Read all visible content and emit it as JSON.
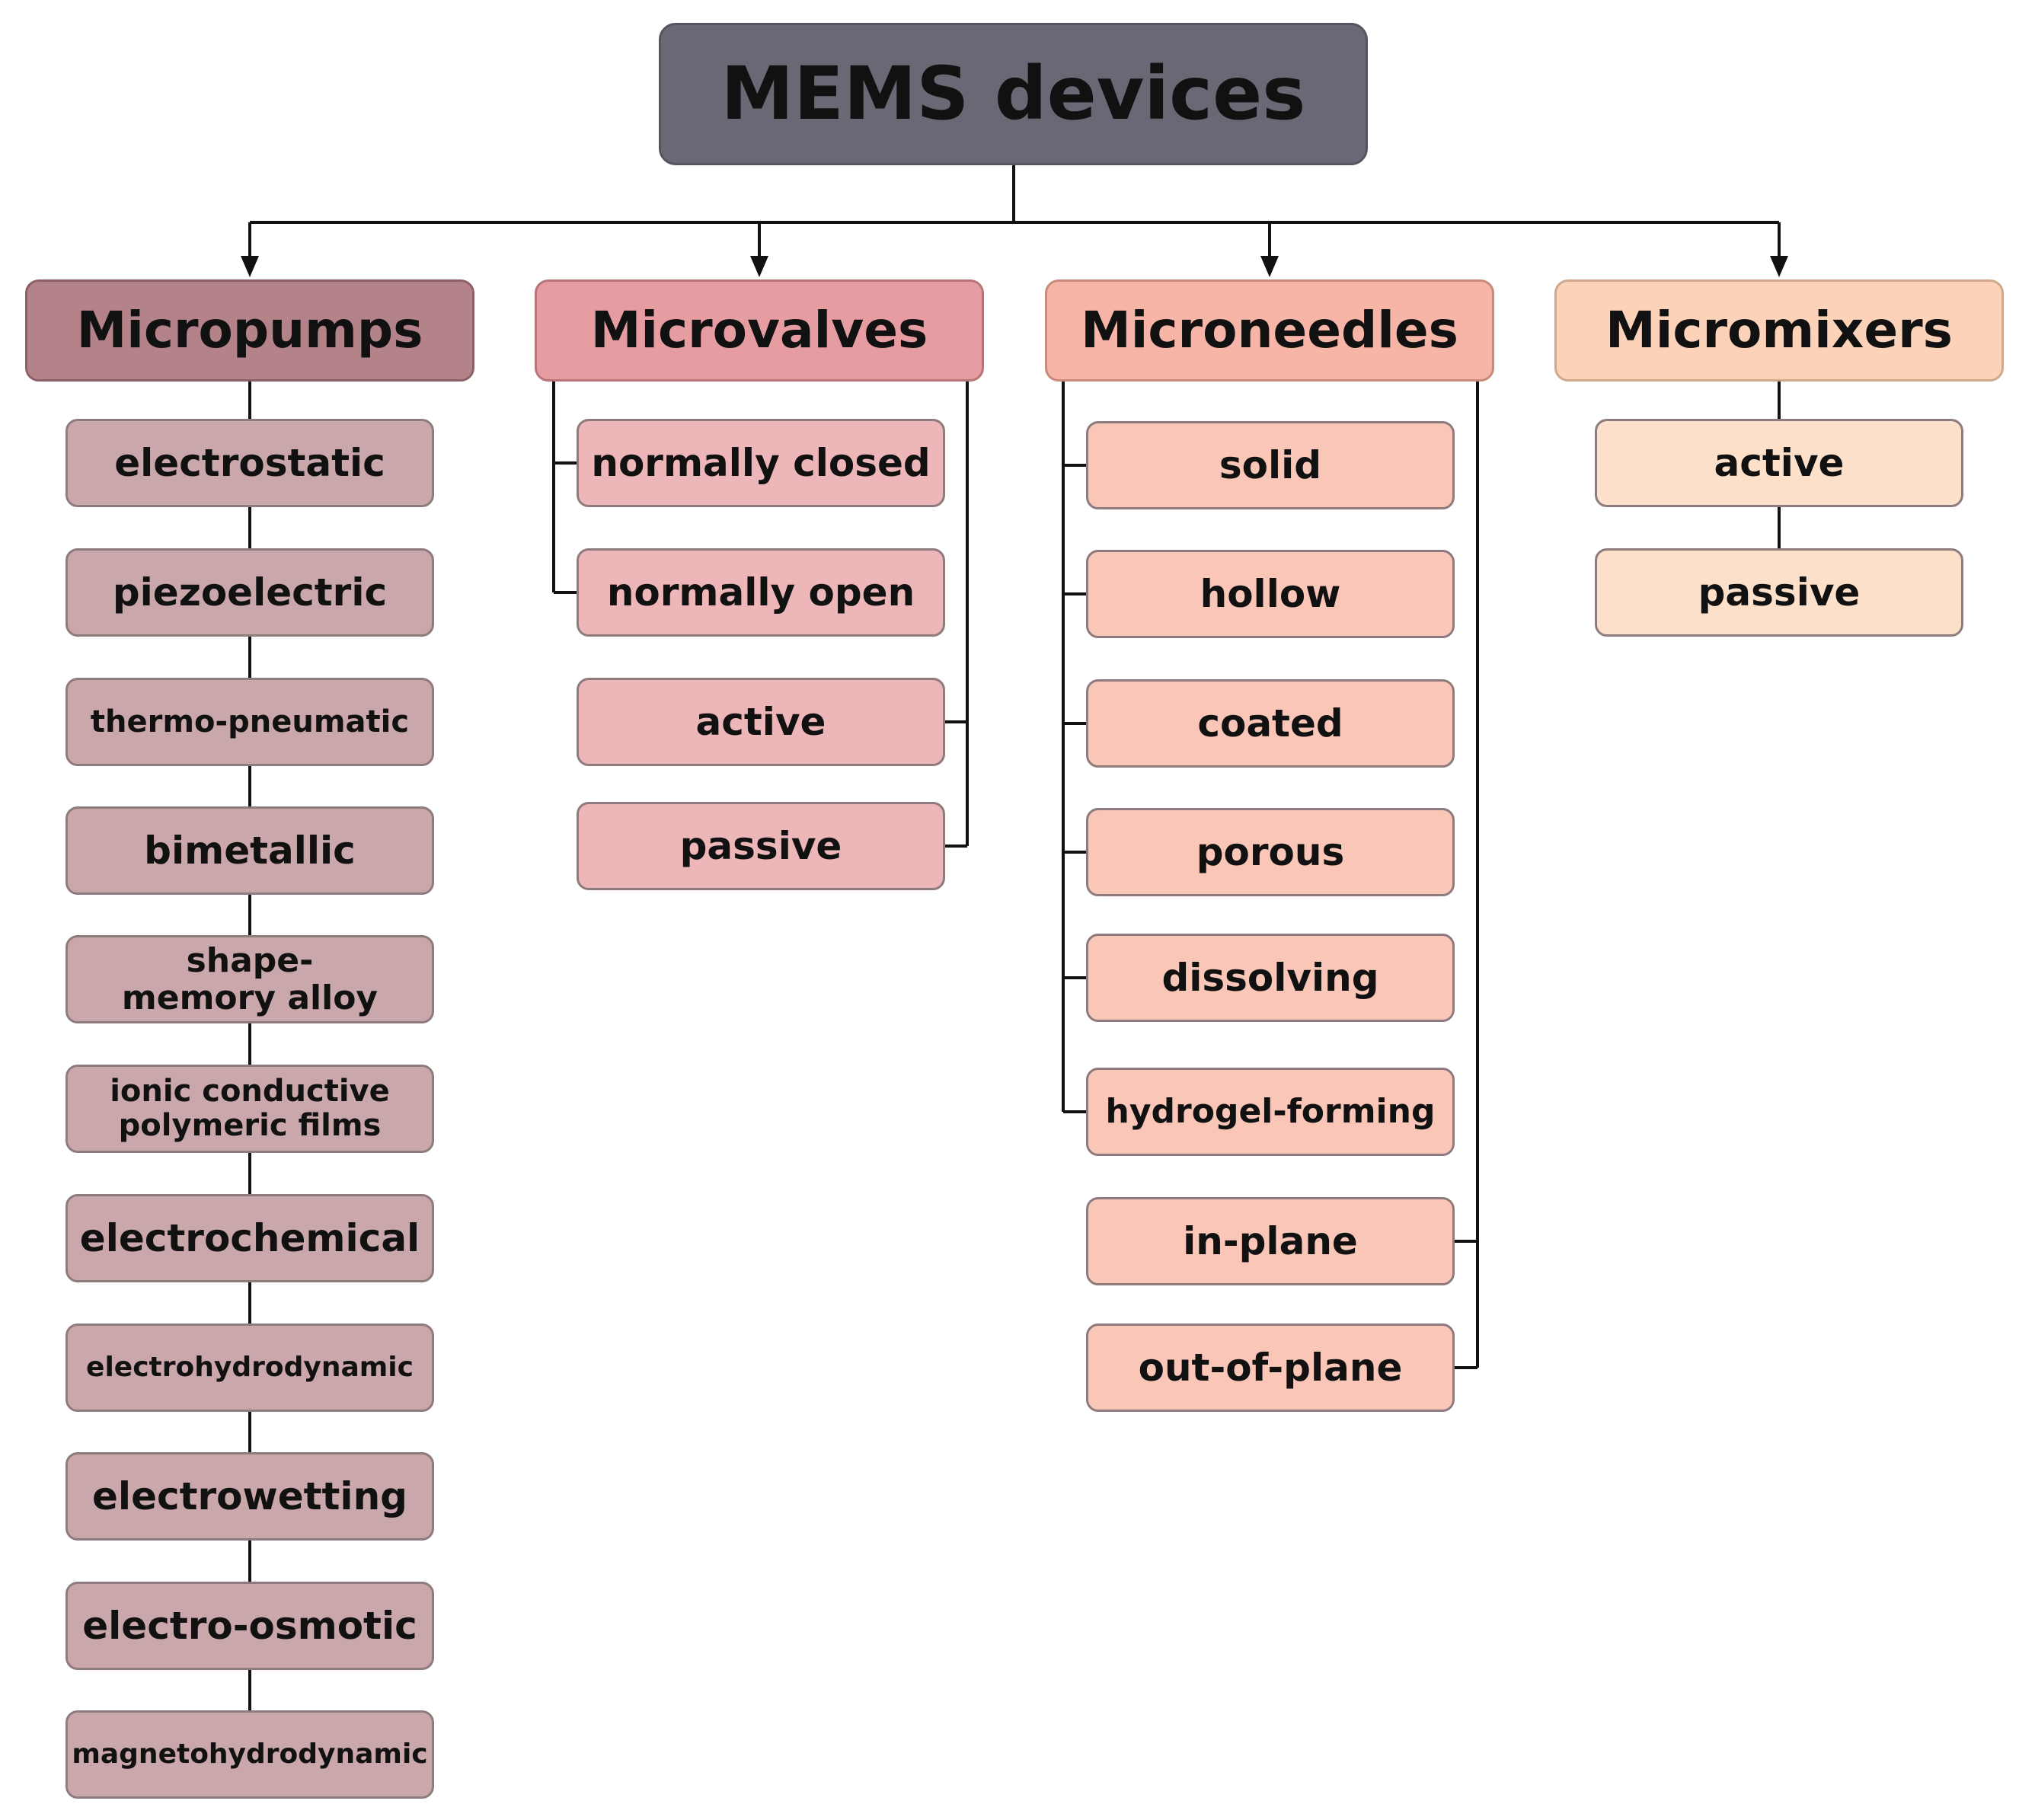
{
  "title": "MEMS devices",
  "colors": {
    "root": "#6a6875",
    "micropumps": "#b4838a",
    "micropumps_leaf": "#caa7ab",
    "microvalves": "#e59da1",
    "microvalves_leaf": "#edb6b8",
    "microneedles": "#f6b5a6",
    "microneedles_leaf": "#f9c6b8",
    "micromixers": "#fcd3b9",
    "micromixers_leaf": "#fde0ca",
    "connector": "#111111"
  },
  "categories": {
    "micropumps": {
      "label": "Micropumps",
      "items": [
        "electrostatic",
        "piezoelectric",
        "thermo-pneumatic",
        "bimetallic",
        "shape-memory alloy",
        "ionic conductive polymeric films",
        "electrochemical",
        "electrohydrodynamic",
        "electrowetting",
        "electro-osmotic",
        "magnetohydrodynamic"
      ]
    },
    "microvalves": {
      "label": "Microvalves",
      "items": [
        "normally closed",
        "normally open",
        "active",
        "passive"
      ]
    },
    "microneedles": {
      "label": "Microneedles",
      "items": [
        "solid",
        "hollow",
        "coated",
        "porous",
        "dissolving",
        "hydrogel-forming",
        "in-plane",
        "out-of-plane"
      ]
    },
    "micromixers": {
      "label": "Micromixers",
      "items": [
        "active",
        "passive"
      ]
    }
  }
}
